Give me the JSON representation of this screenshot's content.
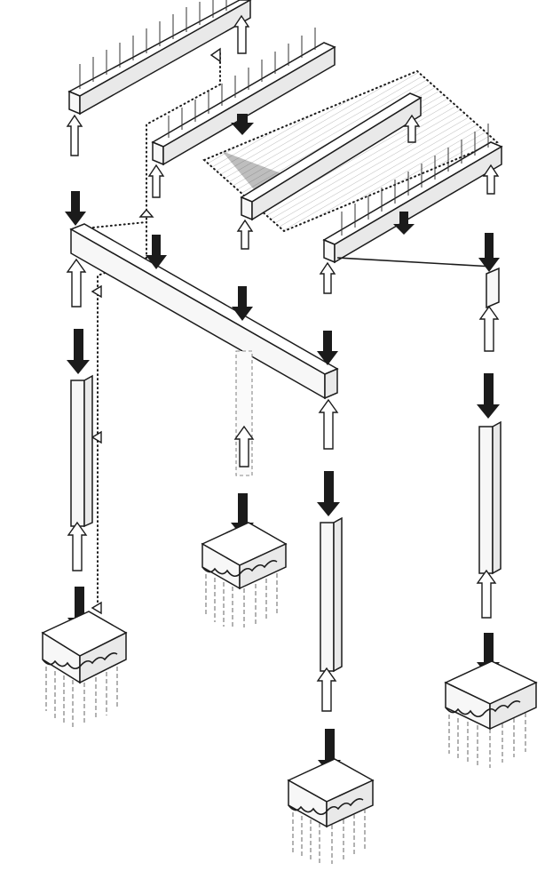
{
  "diagram": {
    "kind": "exploded isometric load-path diagram",
    "colors": {
      "ink": "#1b1b1b",
      "paper": "#ffffff",
      "shade": "#e9e9e9"
    },
    "components": {
      "joists": 4,
      "girders": 2,
      "columns": 3,
      "footings": 4
    }
  }
}
